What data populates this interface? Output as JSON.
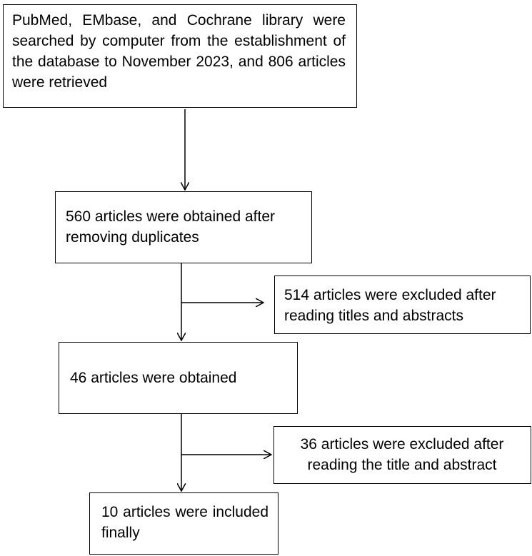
{
  "boxes": {
    "search": "PubMed, EMbase, and Cochrane library were searched by computer from the establishment of the database to November 2023, and 806 articles were retrieved",
    "dedup": "560 articles were obtained after removing duplicates",
    "excluded_1": "514 articles were excluded after reading titles and abstracts",
    "obtained": "46 articles were obtained",
    "excluded_2": "36 articles were excluded after reading the title and abstract",
    "included": "10 articles were included finally"
  }
}
